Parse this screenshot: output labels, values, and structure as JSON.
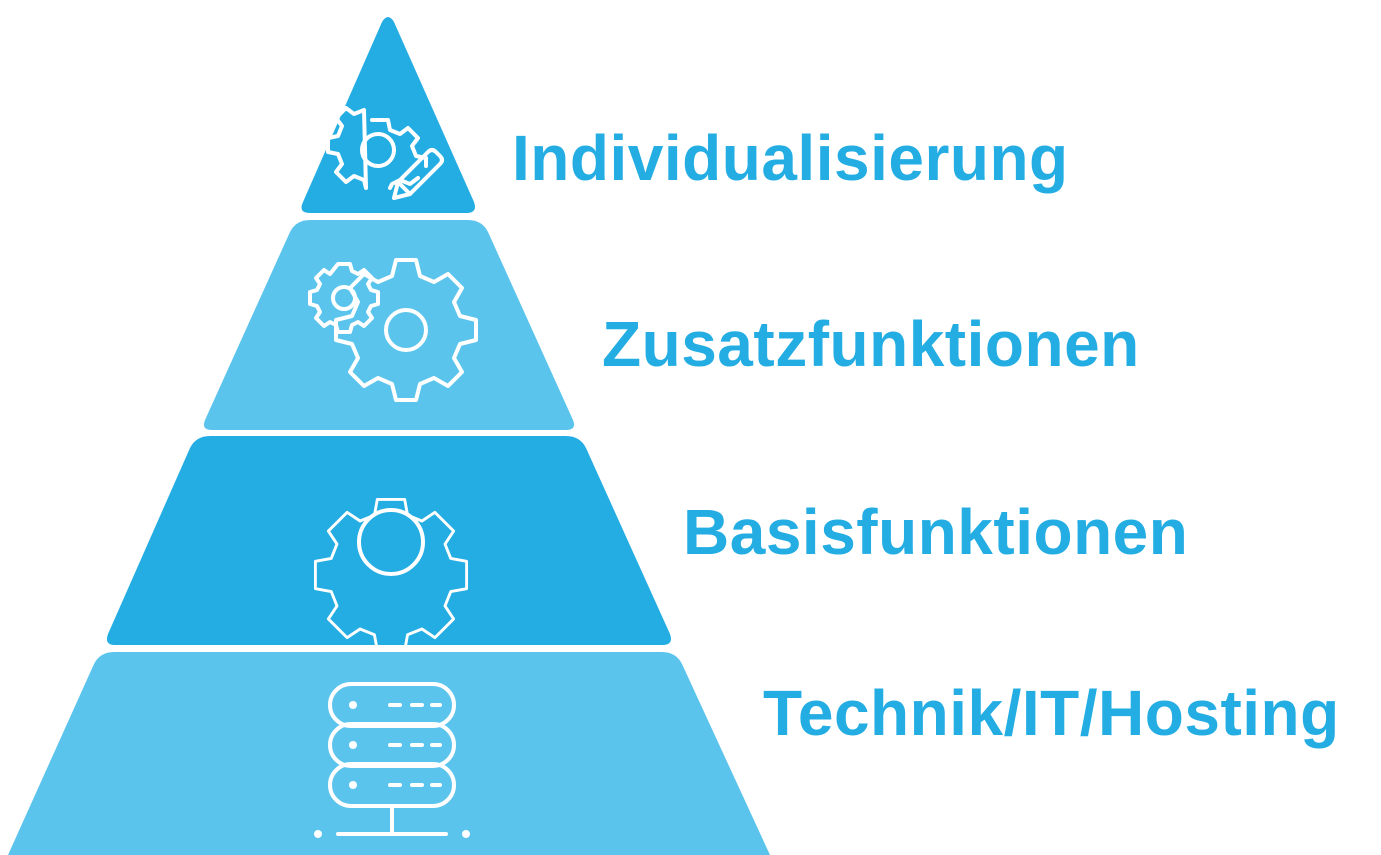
{
  "colors": {
    "dark_blue": "#23ade3",
    "light_blue": "#5bc4ec",
    "label_text": "#23ade3",
    "icon": "#ffffff"
  },
  "tiers": [
    {
      "label": "Individualisierung",
      "icon": "gear-with-pencil-icon",
      "color": "#23ade3"
    },
    {
      "label": "Zusatzfunktionen",
      "icon": "two-gears-icon",
      "color": "#5bc4ec"
    },
    {
      "label": "Basisfunktionen",
      "icon": "gear-icon",
      "color": "#23ade3"
    },
    {
      "label": "Technik/IT/Hosting",
      "icon": "server-icon",
      "color": "#5bc4ec"
    }
  ]
}
